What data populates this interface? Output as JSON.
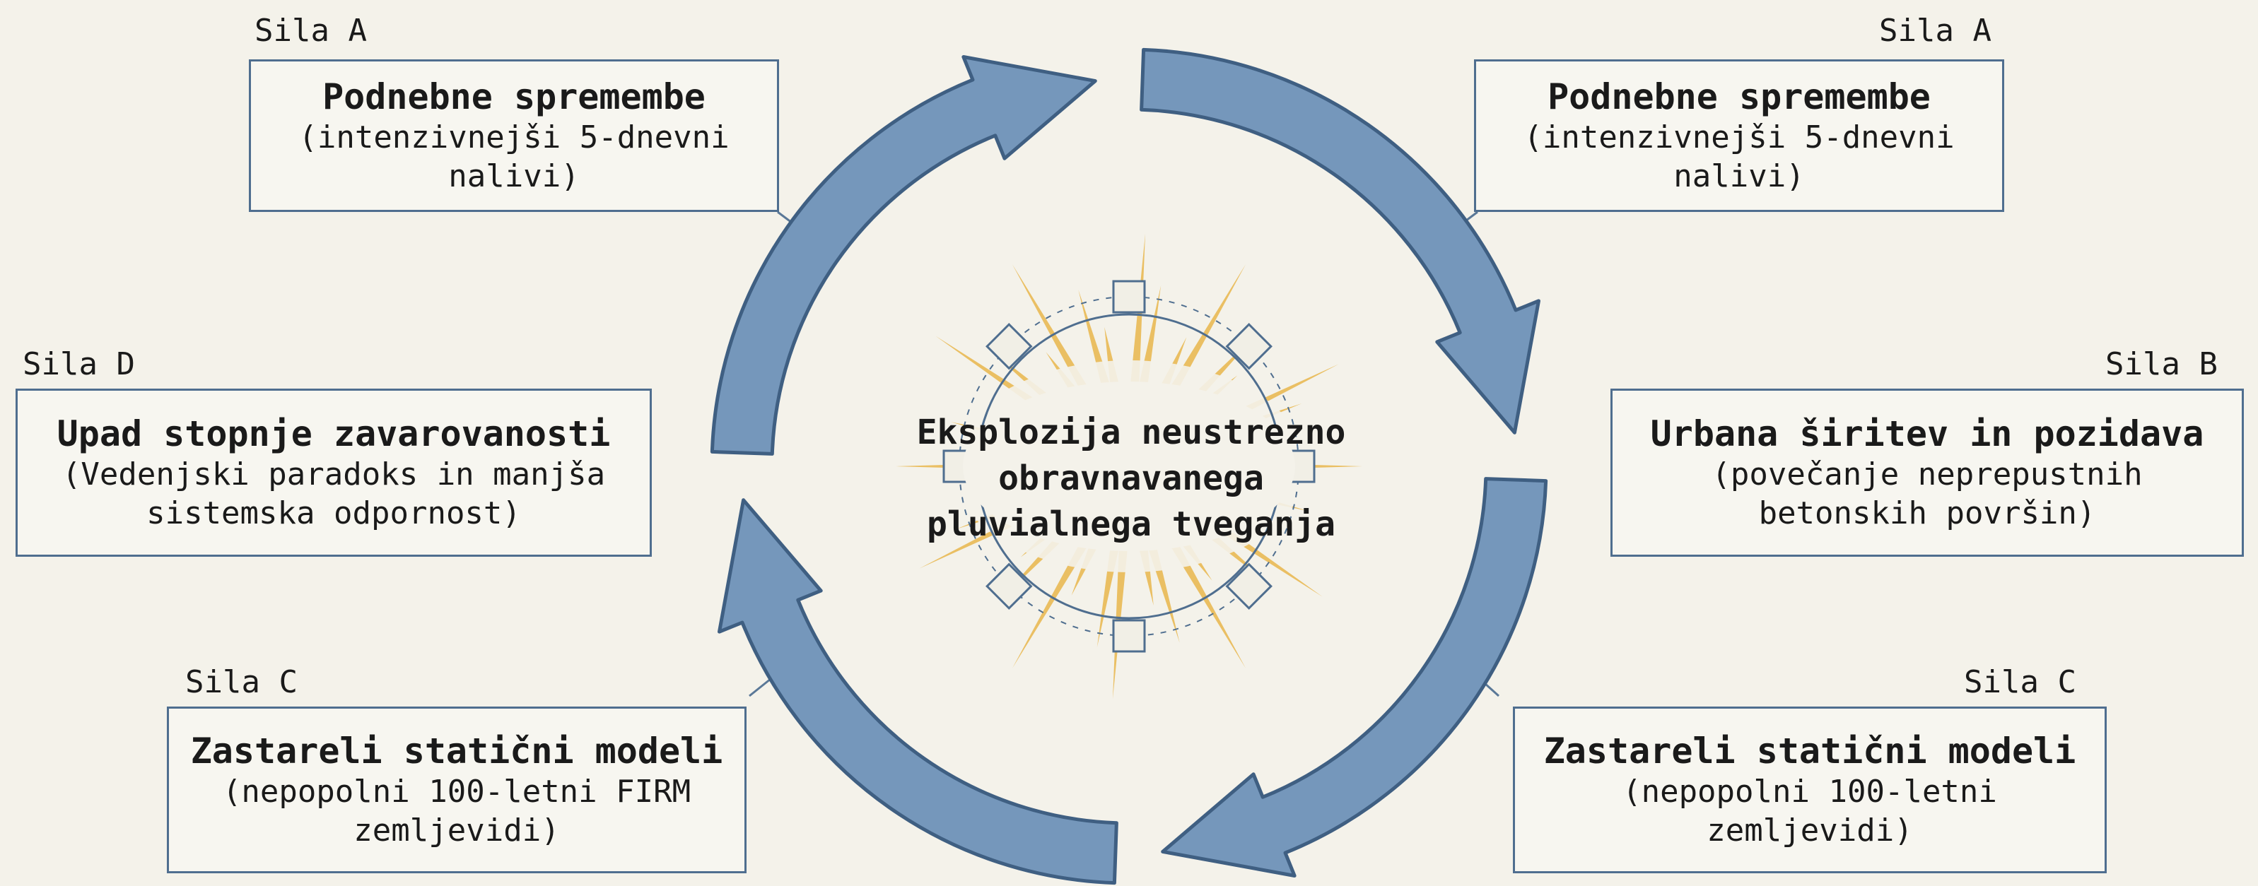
{
  "center": {
    "lines": [
      "Eksplozija neustrezno",
      "obravnavanega",
      "pluvialnega tveganja"
    ]
  },
  "forces": [
    {
      "id": "a_left",
      "label": "Sila A",
      "title": "Podnebne spremembe",
      "sub": [
        "(intenzivnejši 5-dnevni",
        "nalivi)"
      ]
    },
    {
      "id": "a_right",
      "label": "Sila A",
      "title": "Podnebne spremembe",
      "sub": [
        "(intenzivnejši 5-dnevni",
        "nalivi)"
      ]
    },
    {
      "id": "d",
      "label": "Sila D",
      "title": "Upad stopnje zavarovanosti",
      "sub": [
        "(Vedenjski paradoks in manjša",
        "sistemska odpornost)"
      ]
    },
    {
      "id": "b",
      "label": "Sila B",
      "title": "Urbana širitev in pozidava",
      "sub": [
        "(povečanje neprepustnih",
        "betonskih površin)"
      ]
    },
    {
      "id": "c_left",
      "label": "Sila C",
      "title": "Zastareli statični modeli",
      "sub": [
        "(nepopolni 100-letni FIRM",
        "zemljevidi)"
      ]
    },
    {
      "id": "c_right",
      "label": "Sila C",
      "title": "Zastareli statični modeli",
      "sub": [
        "(nepopolni 100-letni",
        "zemljevidi)"
      ]
    }
  ],
  "colors": {
    "arrow_fill": "#7597bb",
    "arrow_stroke": "#3f5f82",
    "burst": "#e8b64b",
    "box_border": "#4f6e8f",
    "background": "#f4f2ea"
  }
}
